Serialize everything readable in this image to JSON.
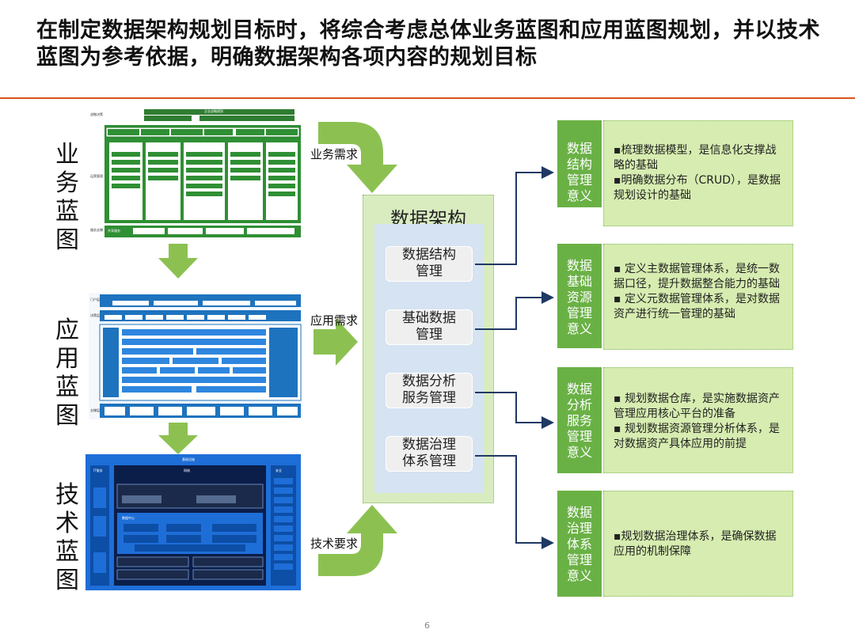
{
  "title": "在制定数据架构规划目标时，将综合考虑总体业务蓝图和应用蓝图规划，并以技术蓝图为参考依据，明确数据架构各项内容的规划目标",
  "side_labels": [
    "业务蓝图",
    "应用蓝图",
    "技术蓝图"
  ],
  "flows": {
    "business": "业务需求",
    "application": "应用需求",
    "technology": "技术要求"
  },
  "architecture": {
    "title": "数据架构",
    "items": [
      "数据结构管理",
      "基础数据管理",
      "数据分析服务管理",
      "数据治理体系管理"
    ]
  },
  "meanings": [
    {
      "label": "数据结构管理意义",
      "lines": [
        "▪梳理数据模型，是信息化支撑战略的基础",
        "▪明确数据分布（CRUD），是数据规划设计的基础"
      ]
    },
    {
      "label": "数据基础资源管理意义",
      "lines": [
        "▪ 定义主数据管理体系，是统一数据口径，提升数据整合能力的基础",
        "▪ 定义元数据管理体系，是对数据资产进行统一管理的基础"
      ]
    },
    {
      "label": "数据分析服务管理意义",
      "lines": [
        "▪ 规划数据仓库，是实施数据资产管理应用核心平台的准备",
        "▪ 规划数据资源管理分析体系，是对数据资产具体应用的前提"
      ]
    },
    {
      "label": "数据治理体系管理意义",
      "lines": [
        "▪规划数据治理体系，是确保数据应用的机制保障"
      ]
    }
  ],
  "business_blueprint": {
    "header": "企业战略规划",
    "row_labels": [
      "战略决策",
      "运营管理",
      "服务支撑"
    ],
    "sections": [
      "研发设计",
      "采购采购",
      "生产管理",
      "物流库存",
      "市场销售"
    ],
    "support": "共享服务"
  },
  "application_blueprint": {
    "row_labels": [
      "门户层",
      "决策层",
      "支撑层"
    ]
  },
  "technology_blueprint": {
    "header": "基础设施",
    "left": "IT服务",
    "right": "安全",
    "network": "网络",
    "datacenter": "数据中心"
  },
  "page_number": "6",
  "colors": {
    "accent_line": "#d9531e",
    "green_label": "#6ab145",
    "green_box": "#d6ecb0",
    "arrow_navy": "#1f3864"
  }
}
